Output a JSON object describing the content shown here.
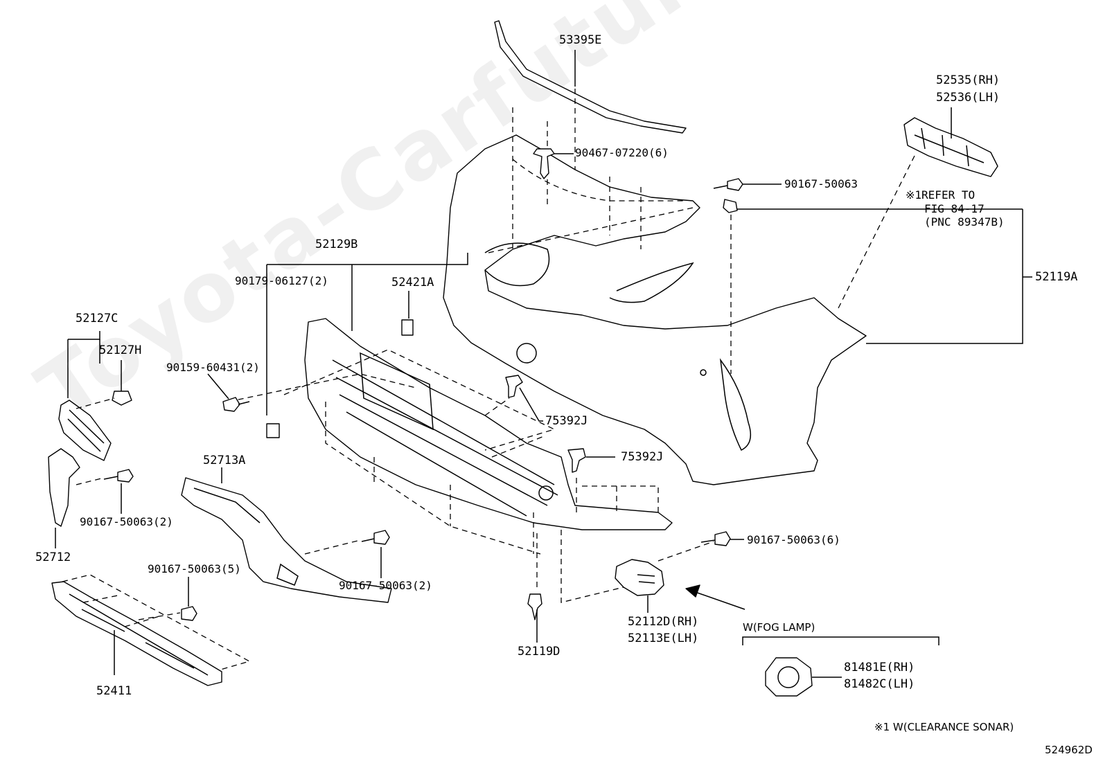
{
  "diagram": {
    "figure_id": "524962D",
    "watermark": "Toyota-Carfuture.ru",
    "footnote": "※1 W(CLEARANCE SONAR)",
    "fog_lamp_group": "W(FOG LAMP)",
    "labels": {
      "p53395E": "53395E",
      "p52535": "52535(RH)",
      "p52536": "52536(LH)",
      "p90467": "90467-07220(6)",
      "p90167_top": "90167-50063",
      "refer_1": "※1REFER TO",
      "refer_2": "FIG 84-17",
      "refer_3": "(PNC 89347B)",
      "p52119A": "52119A",
      "p52129B": "52129B",
      "p90179": "90179-06127(2)",
      "p52421A": "52421A",
      "p52127C": "52127C",
      "p52127H": "52127H",
      "p90159": "90159-60431(2)",
      "p75392J_a": "75392J",
      "p75392J_b": "75392J",
      "p52713A": "52713A",
      "p90167_left": "90167-50063(2)",
      "p52712": "52712",
      "p90167_mid5": "90167-50063(5)",
      "p90167_mid2": "90167-50063(2)",
      "p90167_right6": "90167-50063(6)",
      "p52112D": "52112D(RH)",
      "p52113E": "52113E(LH)",
      "p52119D": "52119D",
      "p81481E": "81481E(RH)",
      "p81482C": "81482C(LH)",
      "p52411": "52411"
    }
  }
}
